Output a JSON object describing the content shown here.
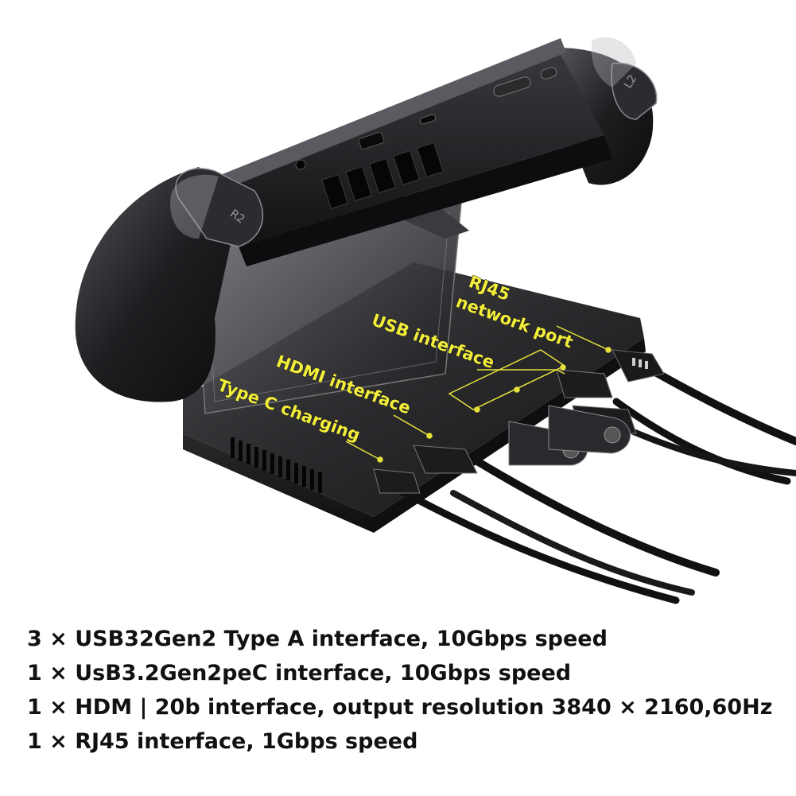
{
  "callouts": {
    "rj45_line1": "RJ45",
    "rj45_line2": "network port",
    "usb": "USB interface",
    "hdmi": "HDMI interface",
    "typec": "Type C charging"
  },
  "device_labels": {
    "left_trigger": "R2",
    "right_trigger": "L2"
  },
  "specs": [
    "3 × USB32Gen2 Type A interface, 10Gbps speed",
    "1 × UsB3.2Gen2peC interface, 10Gbps speed",
    "1 × HDM | 20b interface, output resolution 3840 × 2160,60Hz",
    "1 × RJ45 interface, 1Gbps speed"
  ],
  "colors": {
    "callout_text": "#f3ee3a",
    "leader_line": "#e6e23a",
    "spec_text": "#111111",
    "device_body": "#1b1b1d"
  }
}
